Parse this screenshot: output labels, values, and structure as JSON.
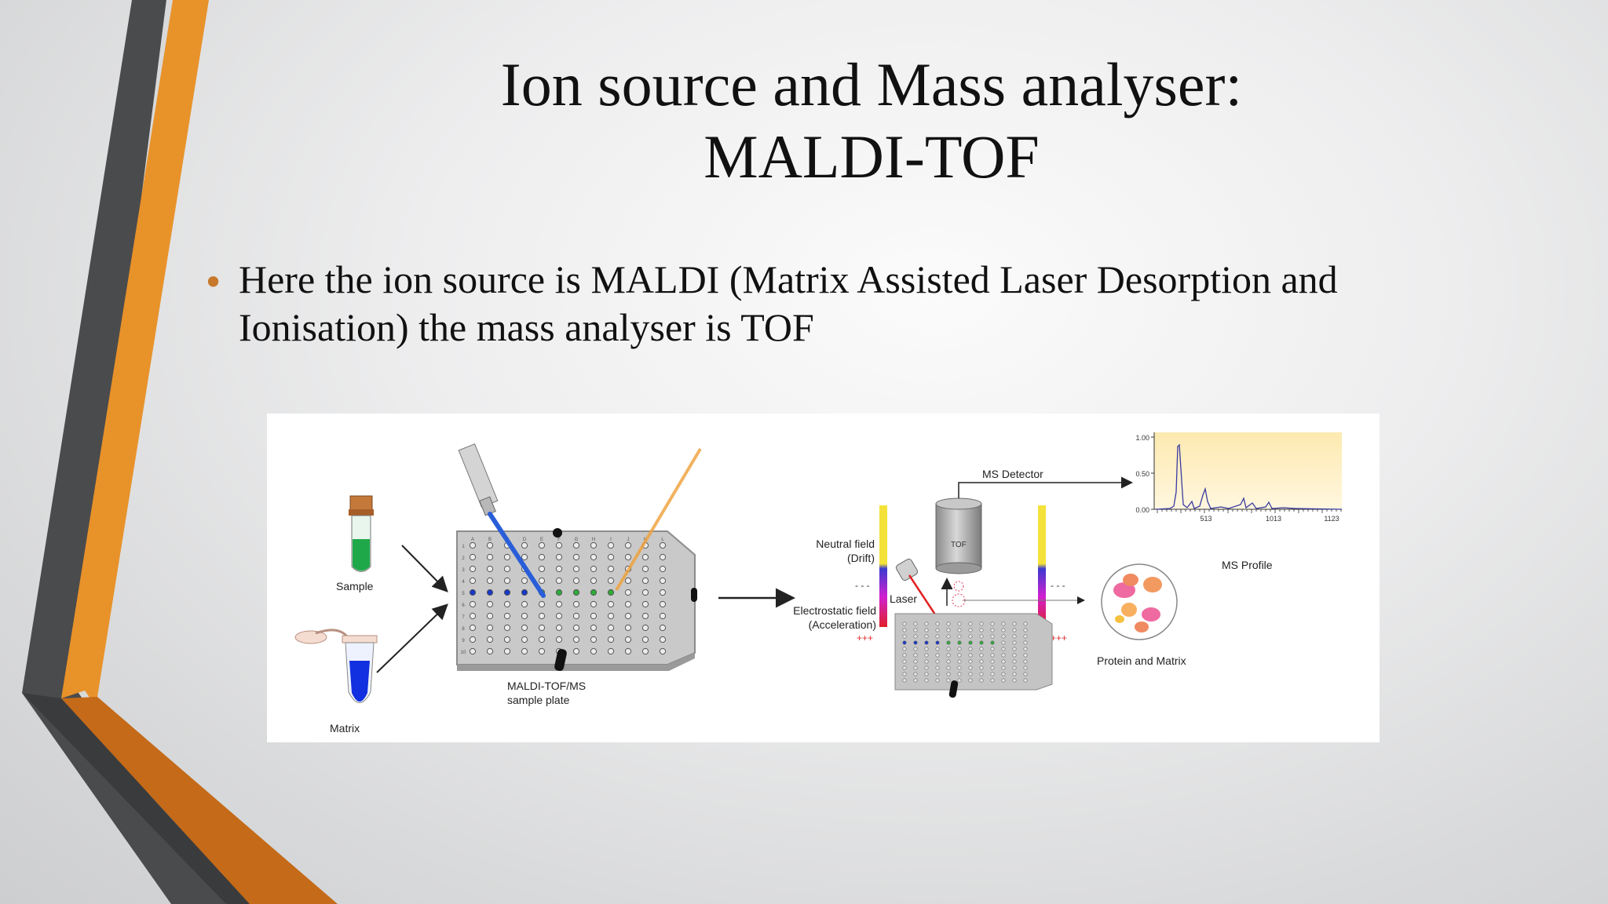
{
  "slide": {
    "title_line1": "Ion source and Mass analyser:",
    "title_line2": "MALDI-TOF",
    "bullet": "Here the ion source is MALDI (Matrix Assisted Laser Desorption and Ionisation) the mass analyser is TOF"
  },
  "colors": {
    "accent_orange": "#e8922a",
    "dark_stripe": "#4a4b4d",
    "bullet": "#c7782c"
  },
  "figure": {
    "sample_label": "Sample",
    "matrix_label": "Matrix",
    "plate_label_line1": "MALDI-TOF/MS",
    "plate_label_line2": "sample plate",
    "plate_columns": [
      "A",
      "B",
      "C",
      "D",
      "E",
      "F",
      "G",
      "H",
      "I",
      "J",
      "K",
      "L"
    ],
    "plate_rows": [
      "1",
      "2",
      "3",
      "4",
      "5",
      "6",
      "7",
      "8",
      "9",
      "10"
    ],
    "neutral_field_line1": "Neutral field",
    "neutral_field_line2": "(Drift)",
    "electrostatic_line1": "Electrostatic field",
    "electrostatic_line2": "(Acceleration)",
    "laser_label": "Laser",
    "tof_label": "TOF",
    "detector_label": "MS Detector",
    "protein_matrix_label": "Protein and Matrix",
    "profile_label": "MS Profile",
    "plus_signs": "+++",
    "minus_signs": "- - -",
    "spectrum": {
      "y_ticks": [
        "1.00",
        "0.50",
        "0.00"
      ],
      "x_ticks": [
        "513",
        "1013",
        "1123"
      ]
    }
  }
}
